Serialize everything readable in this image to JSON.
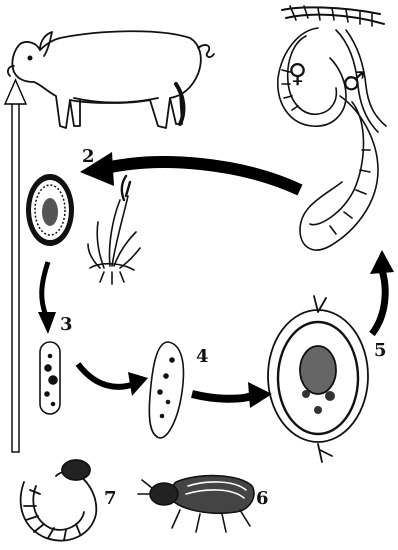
{
  "stages": [
    {
      "id": "stage-2",
      "label": "2"
    },
    {
      "id": "stage-3",
      "label": "3"
    },
    {
      "id": "stage-4",
      "label": "4"
    },
    {
      "id": "stage-5",
      "label": "5"
    },
    {
      "id": "stage-6",
      "label": "6"
    },
    {
      "id": "stage-7",
      "label": "7"
    }
  ],
  "symbols": {
    "female": "♀",
    "male": "♂"
  }
}
